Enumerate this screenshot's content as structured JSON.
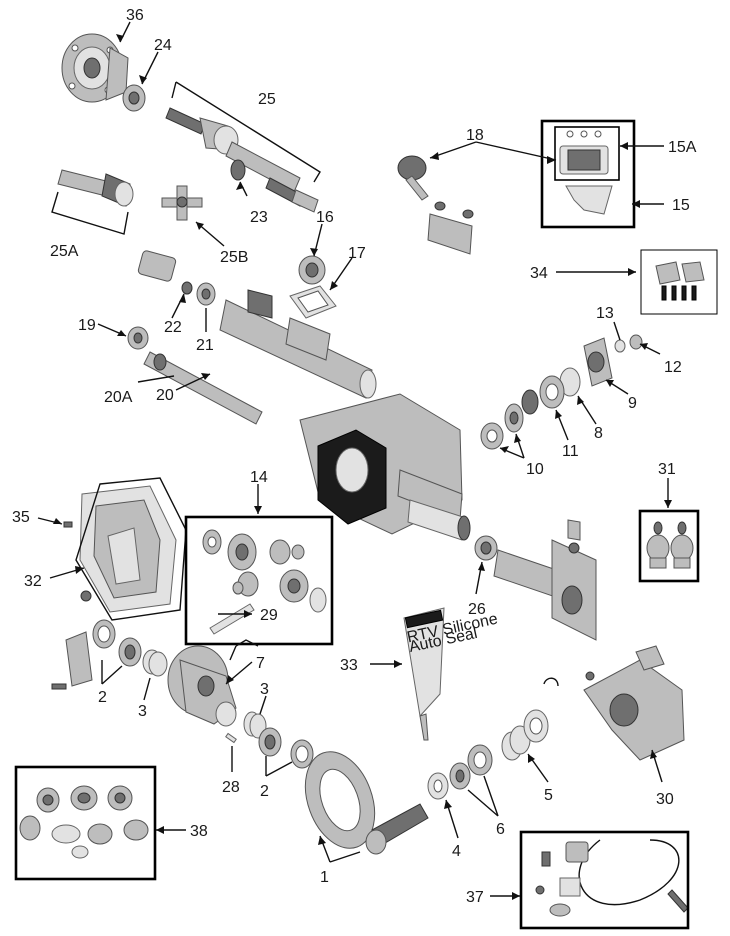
{
  "diagram": {
    "callouts": {
      "n1": "1",
      "n2a": "2",
      "n2b": "2",
      "n3a": "3",
      "n3b": "3",
      "n4": "4",
      "n5": "5",
      "n6": "6",
      "n7": "7",
      "n8": "8",
      "n9": "9",
      "n10": "10",
      "n11": "11",
      "n12": "12",
      "n13": "13",
      "n14": "14",
      "n15": "15",
      "n15a": "15A",
      "n16": "16",
      "n17": "17",
      "n18": "18",
      "n19": "19",
      "n20": "20",
      "n20a": "20A",
      "n21": "21",
      "n22": "22",
      "n23": "23",
      "n24": "24",
      "n25": "25",
      "n25a": "25A",
      "n25b": "25B",
      "n26": "26",
      "n28": "28",
      "n29": "29",
      "n30": "30",
      "n31": "31",
      "n32": "32",
      "n33": "33",
      "n34": "34",
      "n35": "35",
      "n36": "36",
      "n37": "37",
      "n38": "38"
    },
    "tube_label": {
      "line1": "RTV Silicone",
      "line2": "Auto Seal"
    }
  }
}
